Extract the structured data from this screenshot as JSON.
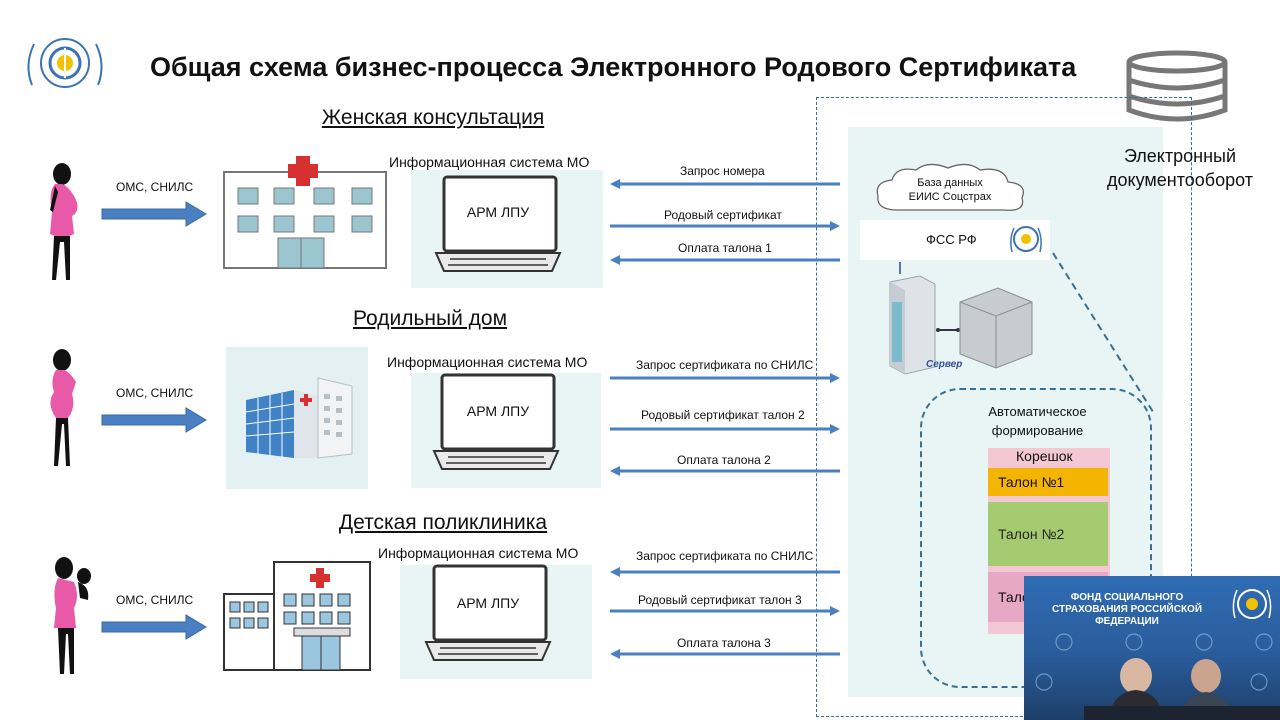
{
  "title": "Общая схема бизнес-процесса Электронного Родового Сертификата",
  "sections": [
    {
      "heading": "Женская консультация",
      "input_label": "ОМС, СНИЛС",
      "is_label": "Информационная система МО",
      "arm_label": "АРМ ЛПУ",
      "arrows": [
        "Запрос номера",
        "Родовый сертификат",
        "Оплата талона 1"
      ]
    },
    {
      "heading": "Родильный дом",
      "input_label": "ОМС, СНИЛС",
      "is_label": "Информационная система МО",
      "arm_label": "АРМ ЛПУ",
      "arrows": [
        "Запрос сертификата по СНИЛС",
        "Родовый сертификат талон 2",
        "Оплата талона 2"
      ]
    },
    {
      "heading": "Детская поликлиника",
      "input_label": "ОМС, СНИЛС",
      "is_label": "Информационная система МО",
      "arm_label": "АРМ ЛПУ",
      "arrows": [
        "Запрос сертификата по СНИЛС",
        "Родовый сертификат талон 3",
        "Оплата талона 3"
      ]
    }
  ],
  "fss": {
    "cloud_text": "База данных ЕИИС Соцстрах",
    "label": "ФСС РФ",
    "server_label": "Сервер",
    "edo_label": "Электронный документооборот",
    "auto_label": "Автоматическое формирование",
    "stub_label": "Корешок",
    "talons": [
      "Талон №1",
      "Талон №2",
      "Тало"
    ]
  },
  "video": {
    "caption": "ФОНД СОЦИАЛЬНОГО СТРАХОВАНИЯ РОССИЙСКОЙ ФЕДЕРАЦИИ"
  },
  "colors": {
    "arrow_blue": "#4a7fc1",
    "talon1": "#f5b400",
    "talon2": "#9ccc65",
    "stub": "#f0b7c9",
    "pink": "#e85aa8"
  }
}
